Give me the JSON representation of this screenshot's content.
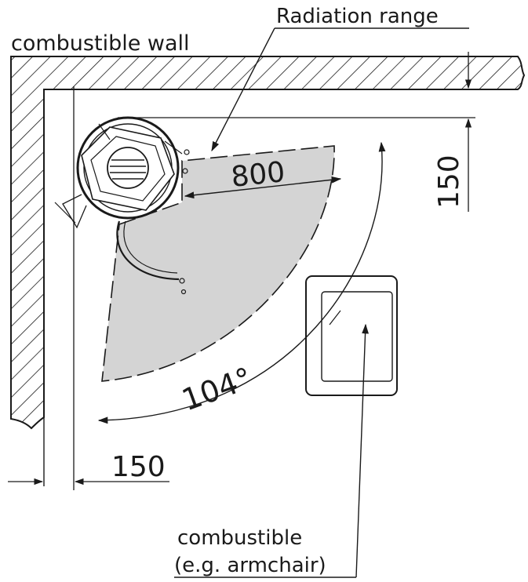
{
  "labels": {
    "radiation_range": "Radiation range",
    "wall": "combustible wall",
    "combustible_line1": "combustible",
    "combustible_line2": "(e.g. armchair)"
  },
  "dimensions": {
    "radius": "800",
    "angle": "104°",
    "wall_gap_top": "150",
    "wall_gap_left": "150"
  },
  "colors": {
    "ink": "#1a1a1a",
    "zone": "#d4d4d4",
    "background": "#ffffff"
  }
}
